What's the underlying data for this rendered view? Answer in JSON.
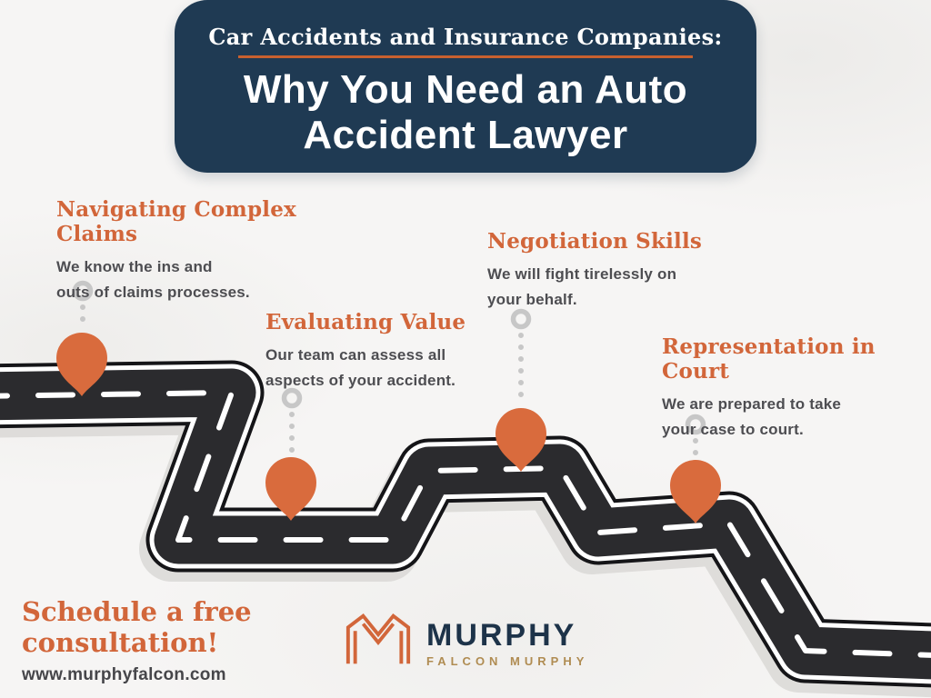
{
  "header": {
    "eyebrow": "Car Accidents and Insurance Companies:",
    "title": "Why You Need an Auto\nAccident Lawyer"
  },
  "milestones": [
    {
      "title": "Navigating Complex Claims",
      "description": "We know the ins and\nouts of claims processes."
    },
    {
      "title": "Evaluating Value",
      "description": "Our team can assess all\naspects of your accident."
    },
    {
      "title": "Negotiation Skills",
      "description": "We will fight tirelessly on\nyour behalf."
    },
    {
      "title": "Representation in Court",
      "description": "We are prepared to take\nyour case to court."
    }
  ],
  "cta": {
    "line1": "Schedule a free",
    "line2": "consultation!",
    "website": "www.murphyfalcon.com"
  },
  "logo": {
    "wordmark": "MURPHY",
    "subtitle": "FALCON MURPHY",
    "monogram": "m-monogram-icon"
  },
  "icons": {
    "milestone_marker": "map-pin-icon",
    "connector_start": "ring-dot-icon",
    "timeline": "winding-road-graphic"
  },
  "colors": {
    "accent_orange": "#D2663A",
    "pin_orange": "#D96B3D",
    "header_navy": "#1F3A53",
    "road_dark": "#2B2B2E",
    "road_outline": "#151518",
    "body_text_gray": "#4D4D51",
    "logo_navy": "#1D3349",
    "logo_gold": "#B08C52",
    "background": "#F6F5F4"
  }
}
